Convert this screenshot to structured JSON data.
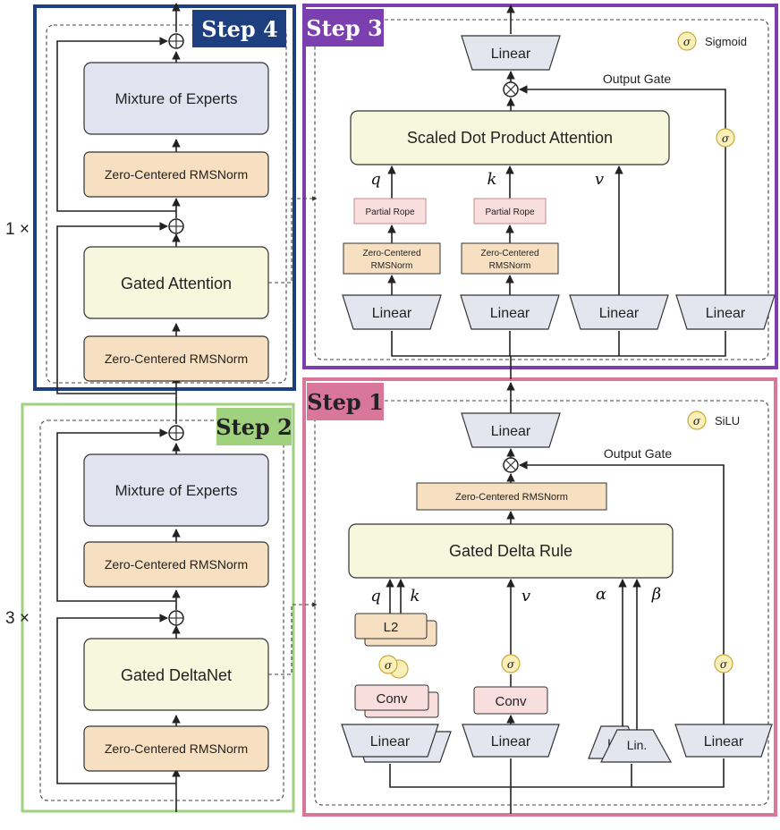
{
  "steps": {
    "step1": "Step 1",
    "step2": "Step 2",
    "step3": "Step 3",
    "step4": "Step 4"
  },
  "repeat": {
    "top": "1 ×",
    "bottom": "3 ×"
  },
  "left": {
    "moe": "Mixture of Experts",
    "norm": "Zero-Centered RMSNorm",
    "gated_attention": "Gated Attention",
    "gated_deltanet": "Gated DeltaNet"
  },
  "attention": {
    "legend_symbol": "σ",
    "legend_text": "Sigmoid",
    "linear": "Linear",
    "output_gate": "Output Gate",
    "sdpa": "Scaled Dot Product Attention",
    "q": "q",
    "k": "k",
    "v": "v",
    "partial_rope": "Partial Rope",
    "norm_line1": "Zero-Centered",
    "norm_line2": "RMSNorm",
    "sigma": "σ"
  },
  "deltanet": {
    "legend_symbol": "σ",
    "legend_text": "SiLU",
    "linear": "Linear",
    "output_gate": "Output Gate",
    "norm": "Zero-Centered RMSNorm",
    "rule": "Gated Delta Rule",
    "q": "q",
    "k": "k",
    "v": "v",
    "alpha": "α",
    "beta": "β",
    "l2": "L2",
    "conv": "Conv",
    "sigma": "σ",
    "lin_short": "Lin.",
    "lin_clip": "L"
  },
  "colors": {
    "step1": "#d9779a",
    "step2": "#9fd17f",
    "step3": "#7b3fb0",
    "step4": "#1d3f7f",
    "moe_fill": "#e2e3f0",
    "norm_fill": "#f7dfc1",
    "yellow_fill": "#f6f7dc",
    "linear_fill": "#e3e5ef",
    "rope_fill": "#f9dede"
  }
}
